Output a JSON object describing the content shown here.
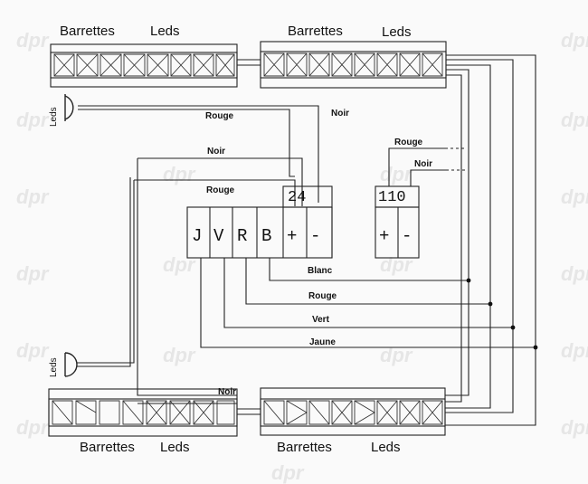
{
  "labels": {
    "top_left_barrettes": "Barrettes",
    "top_left_leds": "Leds",
    "top_right_barrettes": "Barrettes",
    "top_right_leds": "Leds",
    "bottom_left_barrettes": "Barrettes",
    "bottom_left_leds": "Leds",
    "bottom_right_barrettes": "Barrettes",
    "bottom_right_leds": "Leds",
    "lamp_top": "Leds",
    "lamp_bottom": "Leds"
  },
  "wires": {
    "rouge_1": "Rouge",
    "noir_1": "Noir",
    "noir_2": "Noir",
    "rouge_2": "Rouge",
    "rouge_3": "Rouge",
    "noir_3": "Noir",
    "noir_4": "Noir",
    "blanc": "Blanc",
    "rouge_4": "Rouge",
    "vert": "Vert",
    "jaune": "Jaune"
  },
  "terminal": {
    "j": "J",
    "v": "V",
    "r": "R",
    "b": "B",
    "plus_24": "+",
    "minus_24": "-",
    "plus_110": "+",
    "minus_110": "-",
    "v24": "24",
    "v110": "110"
  },
  "watermark": "dpr",
  "colors": {
    "line": "#222222",
    "watermark": "#e6e6e6"
  }
}
